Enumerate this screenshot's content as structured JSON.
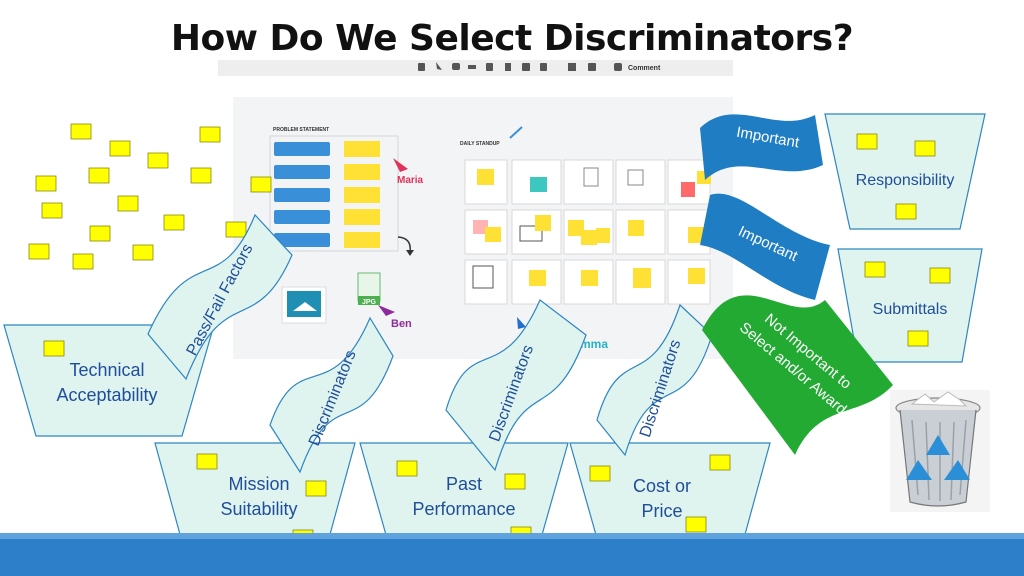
{
  "title": "How Do We Select Discriminators?",
  "buckets": {
    "technical": [
      "Technical",
      "Acceptability"
    ],
    "mission": [
      "Mission",
      "Suitability"
    ],
    "past": [
      "Past",
      "Performance"
    ],
    "cost": [
      "Cost or",
      "Price"
    ],
    "responsibility": "Responsibility",
    "submittals": "Submittals"
  },
  "ribbons": {
    "pass_fail": "Pass/Fail Factors",
    "discriminators_1": "Discriminators",
    "discriminators_2": "Discriminators",
    "discriminators_3": "Discriminators",
    "important_1": "Important",
    "important_2": "Important",
    "not_important": [
      "Not Important to",
      "Select and/or Award"
    ]
  },
  "whiteboard": {
    "toolbar_comment": "Comment",
    "problem_statement": "PROBLEM STATEMENT",
    "daily_standup": "DAILY STANDUP",
    "cursor_maria": "Maria",
    "cursor_ben": "Ben",
    "cursor_emma": "mma",
    "jpg_label": "JPG"
  },
  "colors": {
    "sticky": "#ffff00",
    "bucket_fill": "#dff3ef",
    "bucket_stroke": "#2e86c1",
    "important": "#1f7dc4",
    "not_important": "#22aa33",
    "bucket_text": "#1f4e9a",
    "bottom_bar": "#2e7fc9"
  }
}
